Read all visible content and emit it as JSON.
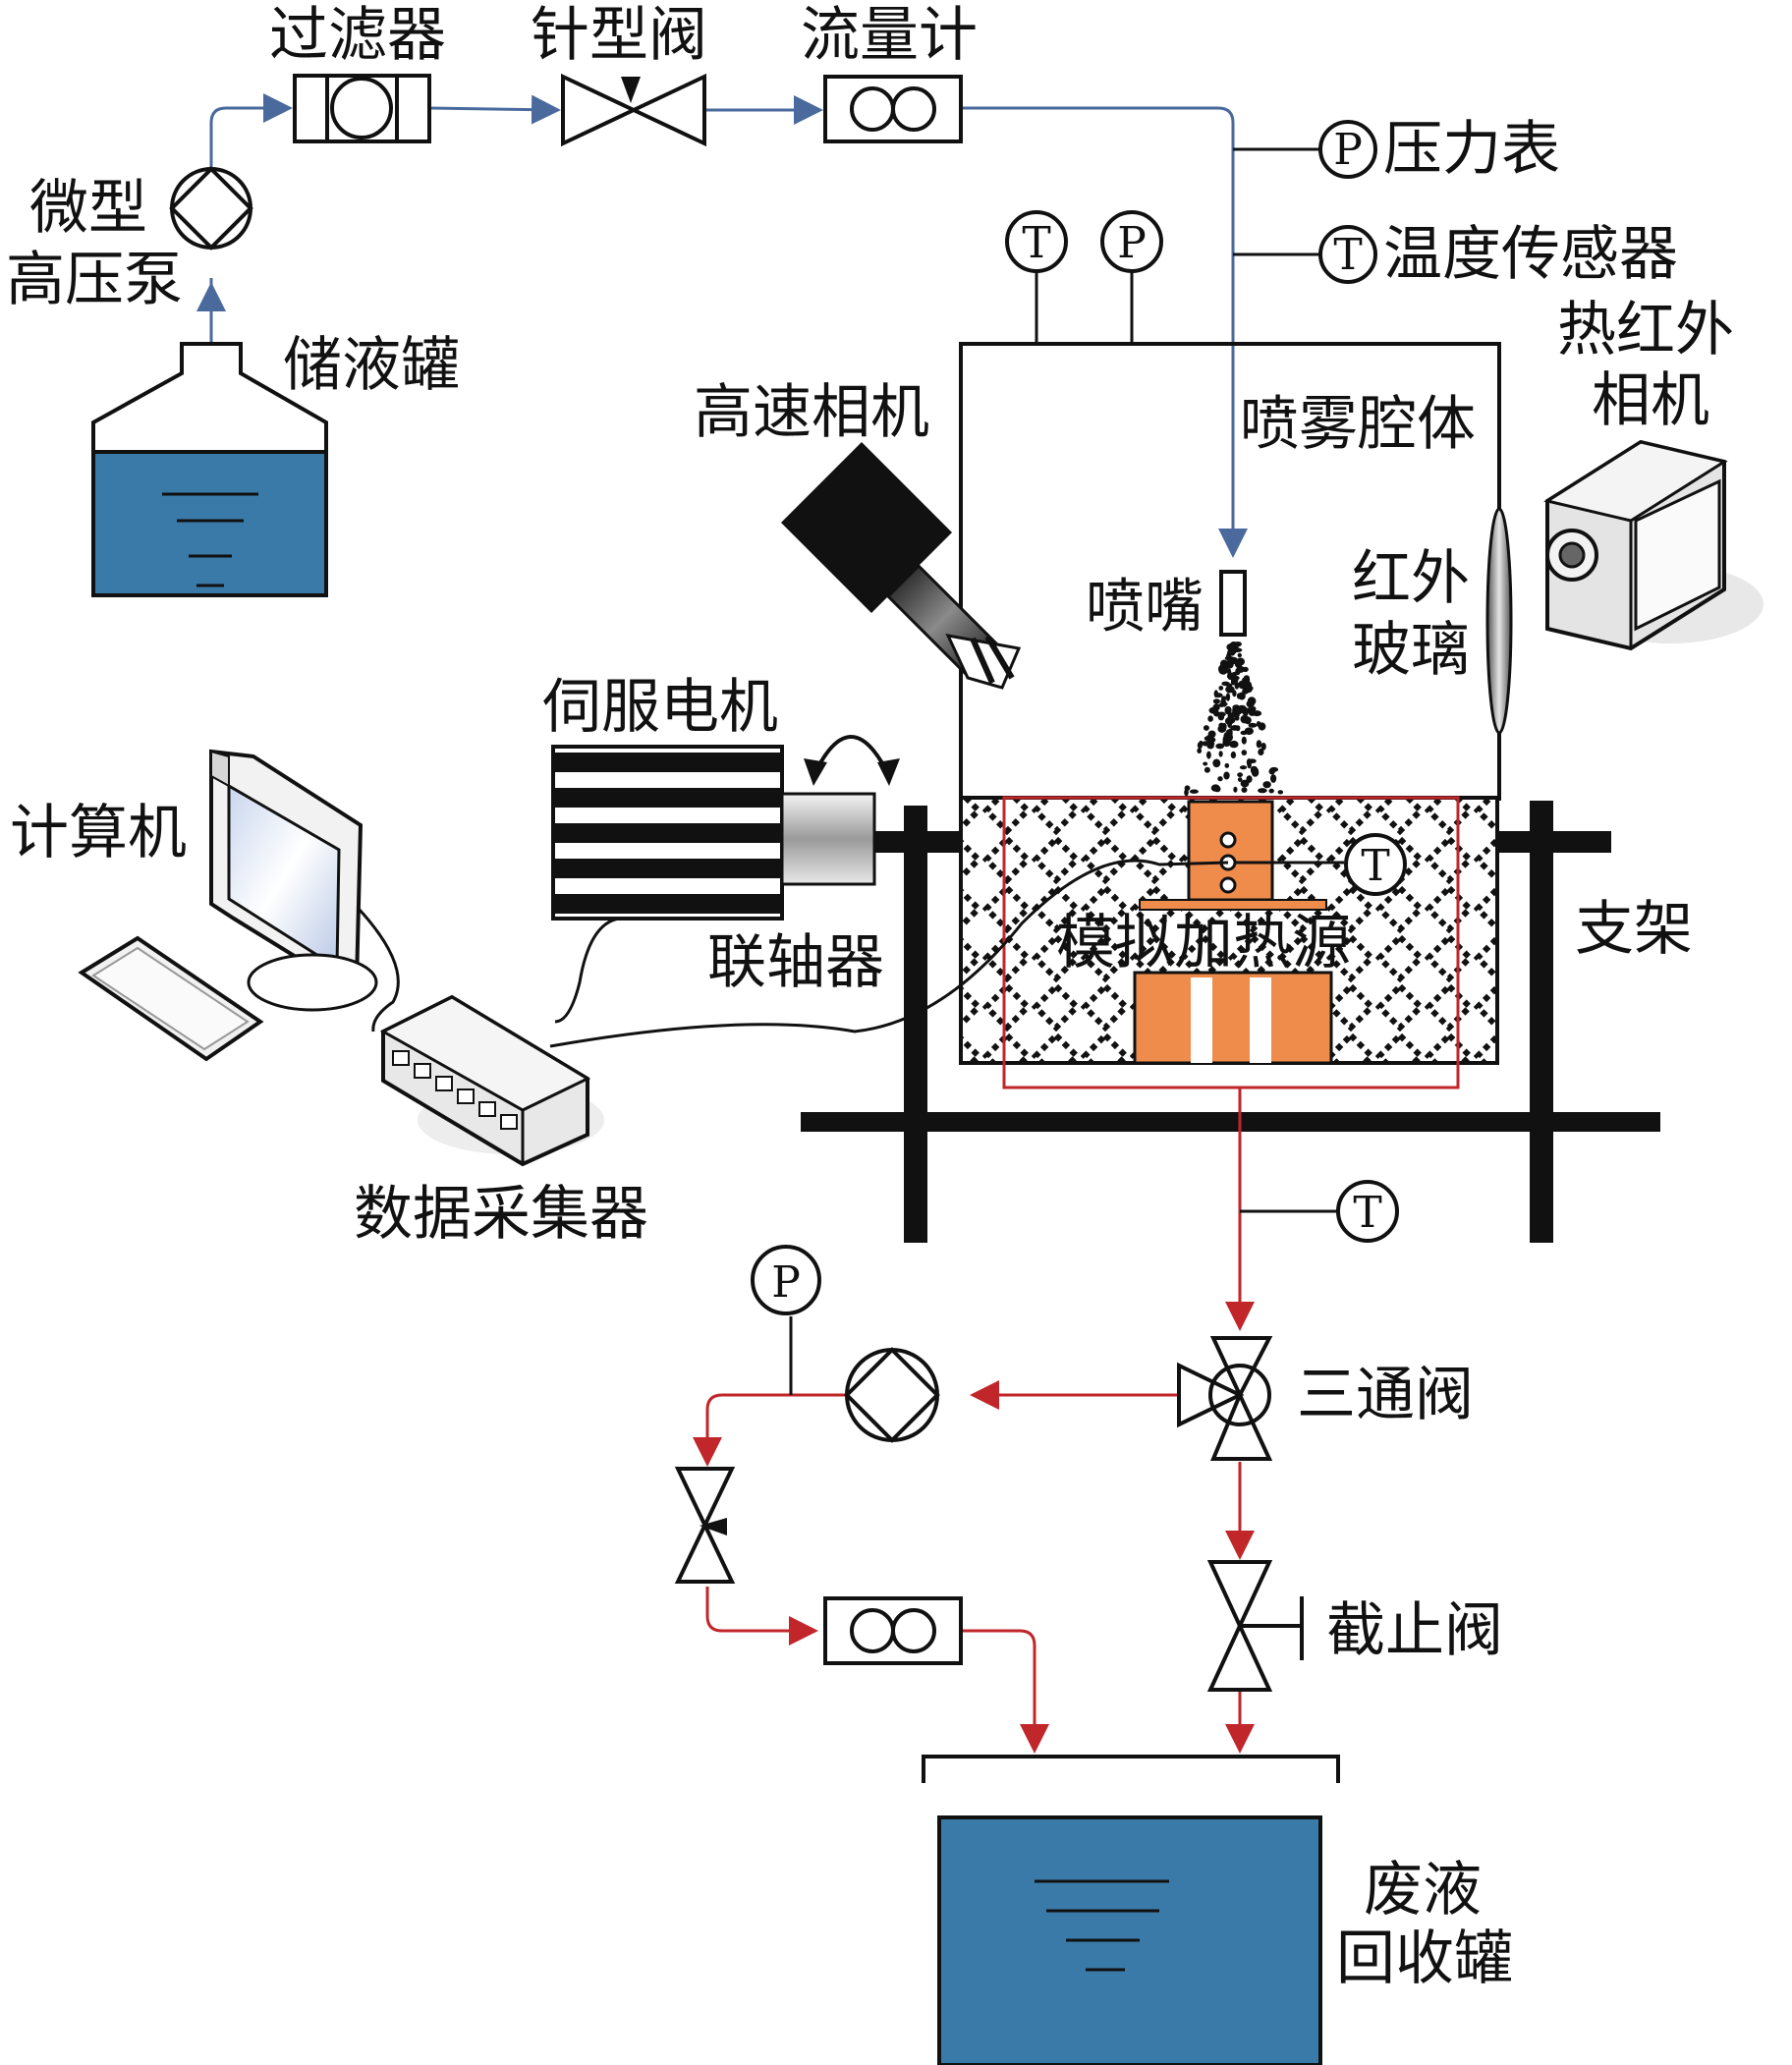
{
  "labels": {
    "filter": "过滤器",
    "needle_valve": "针型阀",
    "flowmeter": "流量计",
    "micro_pump": "微型",
    "micro_pump_2": "高压泵",
    "storage_tank": "储液罐",
    "pressure_gauge": "压力表",
    "temperature_sensor": "温度传感器",
    "high_speed_camera": "高速相机",
    "spray_chamber": "喷雾腔体",
    "ir_camera_1": "热红外",
    "ir_camera_2": "相机",
    "nozzle": "喷嘴",
    "ir_glass_1": "红外",
    "ir_glass_2": "玻璃",
    "servo_motor": "伺服电机",
    "computer": "计算机",
    "coupling": "联轴器",
    "heat_source": "模拟加热源",
    "bracket": "支架",
    "daq": "数据采集器",
    "three_way_valve": "三通阀",
    "stop_valve": "截止阀",
    "waste_tank_1": "废液",
    "waste_tank_2": "回收罐"
  },
  "symbols": {
    "pressure": "P",
    "temperature": "T"
  },
  "colors": {
    "supply_line": "#4a6a9e",
    "return_line": "#c0262a",
    "liquid": "#3a7aa8",
    "heater": "#ef8c4c",
    "frame": "#111111"
  }
}
